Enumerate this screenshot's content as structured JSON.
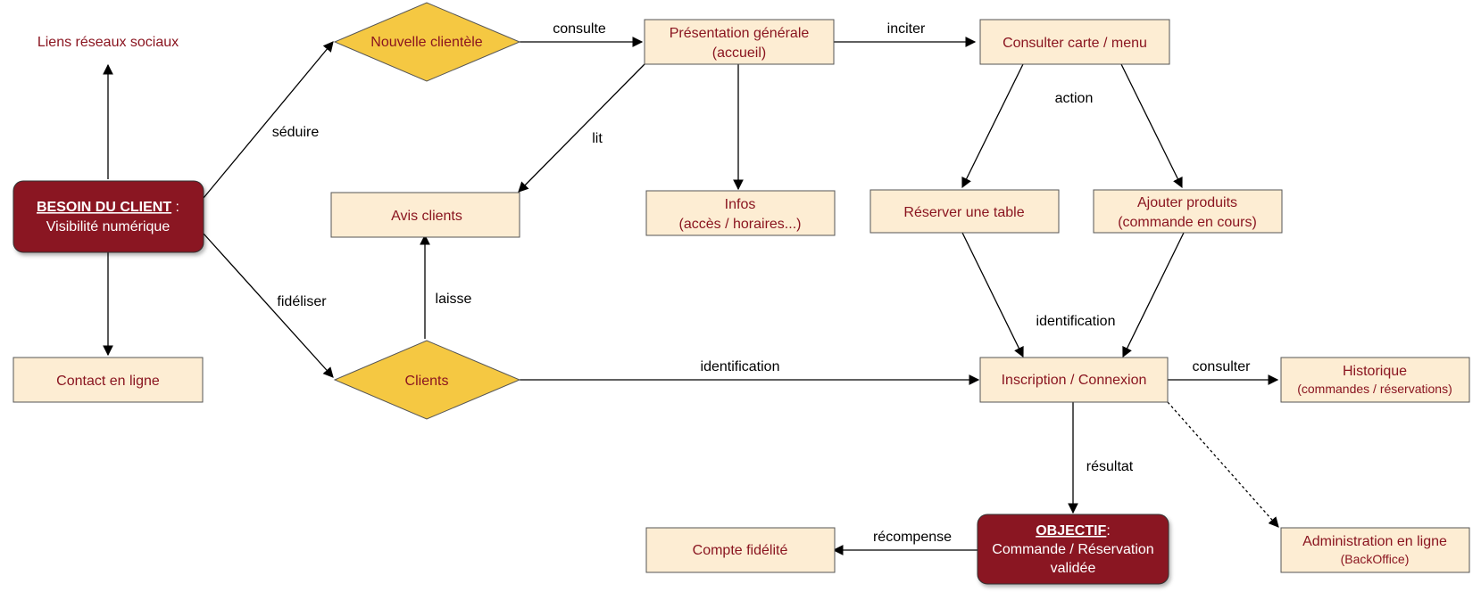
{
  "colors": {
    "box_fill": "#fdedd3",
    "box_stroke": "#555555",
    "text_dark_red": "#8a1520",
    "diamond_fill": "#f5c842",
    "dark_box_fill": "#8a1520",
    "line": "#000000"
  },
  "nodes": {
    "besoin_title": "BESOIN DU CLIENT",
    "besoin_colon": " :",
    "besoin_sub": "Visibilité numérique",
    "liens": "Liens réseaux sociaux",
    "contact": "Contact en ligne",
    "nouvelle": "Nouvelle clientèle",
    "clients": "Clients",
    "avis": "Avis clients",
    "presentation_1": "Présentation générale",
    "presentation_2": "(accueil)",
    "infos_1": "Infos",
    "infos_2": "(accès / horaires...)",
    "carte": "Consulter carte / menu",
    "reserver": "Réserver une table",
    "ajouter_1": "Ajouter produits",
    "ajouter_2": "(commande en cours)",
    "inscription": "Inscription / Connexion",
    "historique_1": "Historique",
    "historique_2": "(commandes / réservations)",
    "objectif_title": "OBJECTIF",
    "objectif_colon": ":",
    "objectif_2": "Commande / Réservation",
    "objectif_3": "validée",
    "compte": "Compte fidélité",
    "admin_1": "Administration en ligne",
    "admin_2": "(BackOffice)"
  },
  "edges": {
    "seduire": "séduire",
    "fideliser": "fidéliser",
    "consulte": "consulte",
    "inciter": "inciter",
    "lit": "lit",
    "laisse": "laisse",
    "action": "action",
    "identification_top": "identification",
    "identification_mid": "identification",
    "consulter": "consulter",
    "resultat": "résultat",
    "recompense": "récompense"
  }
}
